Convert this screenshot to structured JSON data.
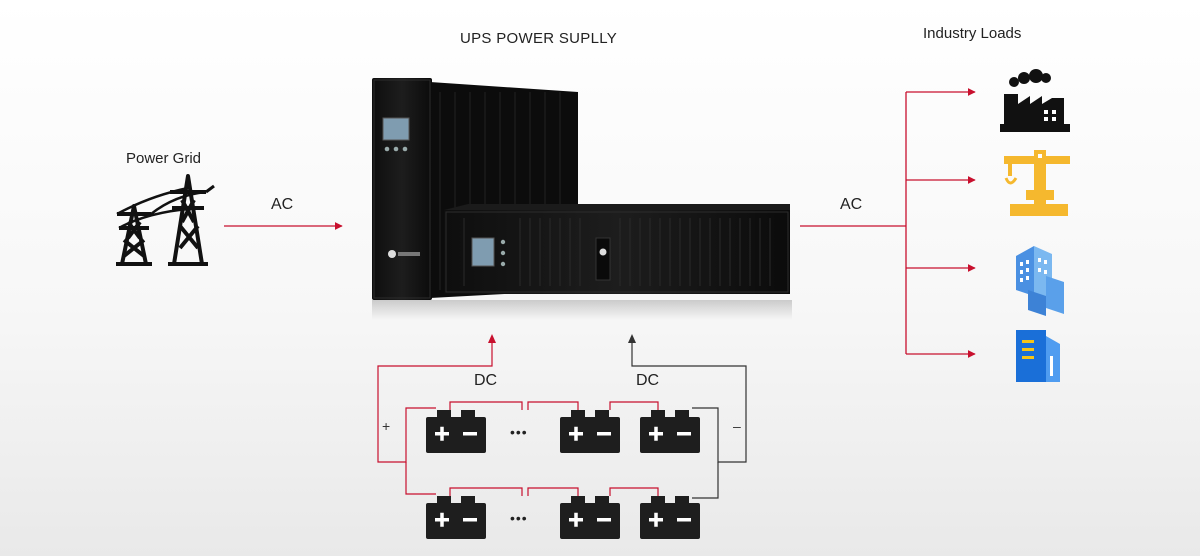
{
  "title": "UPS POWER SUPLLY",
  "grid_label": "Power Grid",
  "loads_label": "Industry Loads",
  "ac_left": "AC",
  "ac_right": "AC",
  "dc_left": "DC",
  "dc_right": "DC",
  "plus_sign": "+",
  "minus_sign": "–",
  "ellipsis": "•••",
  "battery_terminals": [
    "+",
    "−"
  ],
  "load_icons": [
    "factory-icon",
    "crane-icon",
    "office-building-icon",
    "office-tower-icon"
  ],
  "colors": {
    "wire_red": "#c8102e",
    "wire_dark": "#333333",
    "battery": "#1e1e1e",
    "ups_body": "#151515",
    "lcd": "#7f9cb0",
    "crane_yellow": "#f5b82e",
    "building_blue": "#4a90e2",
    "tower_blue": "#1a6fd8"
  }
}
